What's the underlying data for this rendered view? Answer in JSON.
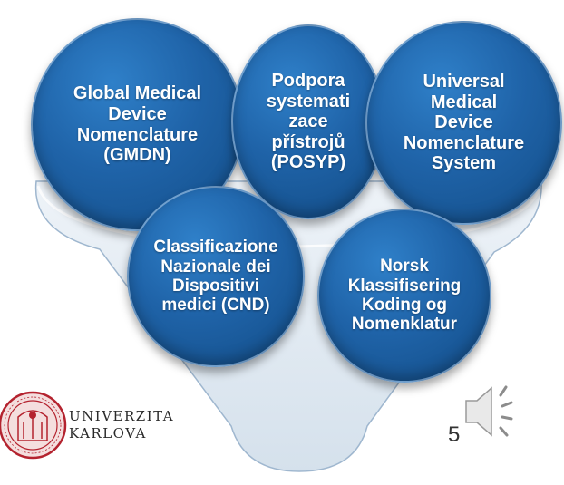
{
  "diagram": {
    "nodes": [
      {
        "id": "c1",
        "text": "Global Medical\nDevice\nNomenclature\n(GMDN)"
      },
      {
        "id": "c2",
        "text": "Podpora\nsystemati\nzace\npřístrojů\n(POSYP)"
      },
      {
        "id": "c3",
        "text": "Universal\nMedical\nDevice\nNomenclature\nSystem"
      },
      {
        "id": "c4",
        "text": "Classificazione\nNazionale dei\nDispositivi\nmedici (CND)"
      },
      {
        "id": "c5",
        "text": "Norsk\nKlassifisering\nKoding og\nNomenklatur"
      }
    ],
    "colors": {
      "circle": "#1f63a8",
      "funnel": "#dfe9f3",
      "funnel_edge": "#9fb7cf"
    }
  },
  "logo": {
    "name_line1": "UNIVERZITA",
    "name_line2": "KARLOVA",
    "seal_color": "#b4232f",
    "seal_icon": "university-seal-icon"
  },
  "slide": {
    "page_number": "5",
    "audio_icon": "speaker-icon"
  }
}
